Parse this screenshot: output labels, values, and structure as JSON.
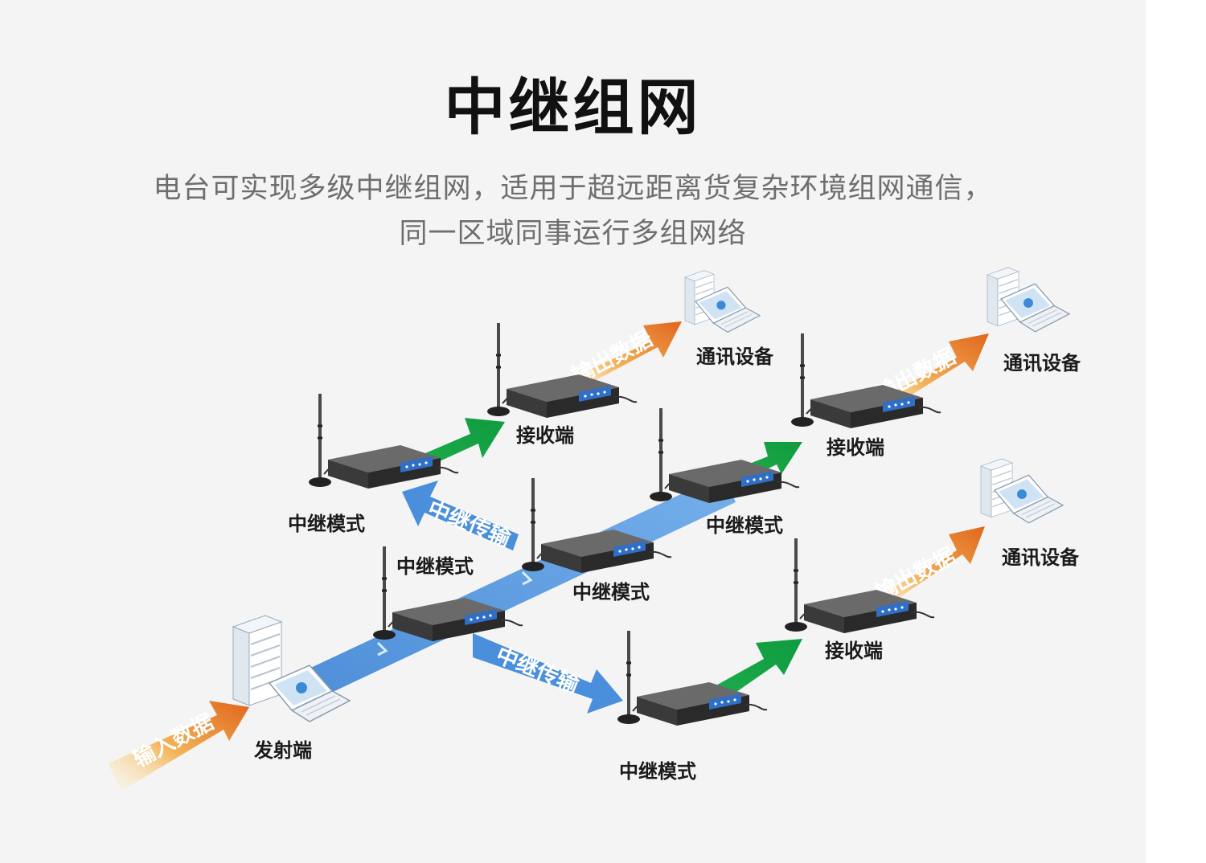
{
  "header": {
    "title": "中继组网",
    "subtitle_line1": "电台可实现多级中继组网，适用于超远距离货复杂环境组网通信，",
    "subtitle_line2": "同一区域同事运行多组网络"
  },
  "diagram": {
    "labels": {
      "transmitter": "发射端",
      "relay_center": "中继模式",
      "relay_upper_left": "中继模式",
      "relay_middle": "中继模式",
      "relay_upper_right": "中继模式",
      "relay_bottom": "中继模式",
      "receiver_top": "接收端",
      "receiver_right": "接收端",
      "receiver_bottom": "接收端",
      "device_top": "通讯设备",
      "device_right": "通讯设备",
      "device_bottom": "通讯设备"
    },
    "arrow_texts": {
      "input": "输入数据",
      "output_top": "输出数据",
      "output_right": "输出数据",
      "output_bottom": "输出数据",
      "relay_transfer_upper": "中继传输",
      "relay_transfer_lower": "中继传输"
    },
    "colors": {
      "relay_arrow": "#4a90d9",
      "link_arrow": "#1aa84a",
      "data_arrow": "#e87a2a"
    }
  }
}
